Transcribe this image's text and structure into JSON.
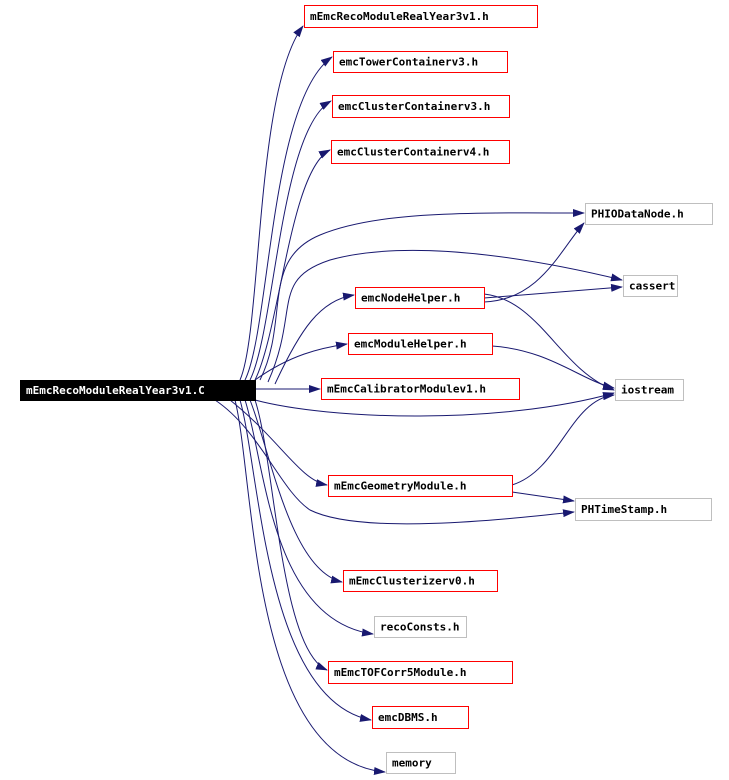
{
  "diagram": {
    "root": {
      "label": "mEmcRecoModuleRealYear3v1.C",
      "fill": "#000000",
      "text_color": "#ffffff"
    },
    "colors": {
      "edge": "#191970",
      "documented_border": "#ff0000",
      "undocumented_border": "#bfbfbf",
      "node_fill": "#ffffff",
      "node_text": "#000000"
    },
    "nodes": [
      {
        "id": "mEmcRecoModuleRealYear3v1_h",
        "label": "mEmcRecoModuleRealYear3v1.h",
        "documented": true
      },
      {
        "id": "emcTowerContainerv3_h",
        "label": "emcTowerContainerv3.h",
        "documented": true
      },
      {
        "id": "emcClusterContainerv3_h",
        "label": "emcClusterContainerv3.h",
        "documented": true
      },
      {
        "id": "emcClusterContainerv4_h",
        "label": "emcClusterContainerv4.h",
        "documented": true
      },
      {
        "id": "PHIODataNode_h",
        "label": "PHIODataNode.h",
        "documented": false
      },
      {
        "id": "cassert",
        "label": "cassert",
        "documented": false
      },
      {
        "id": "emcNodeHelper_h",
        "label": "emcNodeHelper.h",
        "documented": true
      },
      {
        "id": "emcModuleHelper_h",
        "label": "emcModuleHelper.h",
        "documented": true
      },
      {
        "id": "mEmcCalibratorModulev1_h",
        "label": "mEmcCalibratorModulev1.h",
        "documented": true
      },
      {
        "id": "iostream",
        "label": "iostream",
        "documented": false
      },
      {
        "id": "mEmcGeometryModule_h",
        "label": "mEmcGeometryModule.h",
        "documented": true
      },
      {
        "id": "PHTimeStamp_h",
        "label": "PHTimeStamp.h",
        "documented": false
      },
      {
        "id": "mEmcClusterizerv0_h",
        "label": "mEmcClusterizerv0.h",
        "documented": true
      },
      {
        "id": "recoConsts_h",
        "label": "recoConsts.h",
        "documented": false
      },
      {
        "id": "mEmcTOFCorr5Module_h",
        "label": "mEmcTOFCorr5Module.h",
        "documented": true
      },
      {
        "id": "emcDBMS_h",
        "label": "emcDBMS.h",
        "documented": true
      },
      {
        "id": "memory",
        "label": "memory",
        "documented": false
      }
    ],
    "edges": [
      {
        "from": "root",
        "to": "mEmcRecoModuleRealYear3v1_h"
      },
      {
        "from": "root",
        "to": "emcTowerContainerv3_h"
      },
      {
        "from": "root",
        "to": "emcClusterContainerv3_h"
      },
      {
        "from": "root",
        "to": "emcClusterContainerv4_h"
      },
      {
        "from": "root",
        "to": "PHIODataNode_h"
      },
      {
        "from": "root",
        "to": "cassert"
      },
      {
        "from": "root",
        "to": "emcNodeHelper_h"
      },
      {
        "from": "root",
        "to": "emcModuleHelper_h"
      },
      {
        "from": "root",
        "to": "mEmcCalibratorModulev1_h"
      },
      {
        "from": "root",
        "to": "iostream"
      },
      {
        "from": "root",
        "to": "mEmcGeometryModule_h"
      },
      {
        "from": "root",
        "to": "PHTimeStamp_h"
      },
      {
        "from": "root",
        "to": "mEmcClusterizerv0_h"
      },
      {
        "from": "root",
        "to": "recoConsts_h"
      },
      {
        "from": "root",
        "to": "mEmcTOFCorr5Module_h"
      },
      {
        "from": "root",
        "to": "emcDBMS_h"
      },
      {
        "from": "root",
        "to": "memory"
      },
      {
        "from": "emcNodeHelper_h",
        "to": "PHIODataNode_h"
      },
      {
        "from": "emcNodeHelper_h",
        "to": "cassert"
      },
      {
        "from": "emcNodeHelper_h",
        "to": "iostream"
      },
      {
        "from": "emcModuleHelper_h",
        "to": "iostream"
      },
      {
        "from": "mEmcGeometryModule_h",
        "to": "iostream"
      },
      {
        "from": "mEmcGeometryModule_h",
        "to": "PHTimeStamp_h"
      }
    ]
  }
}
